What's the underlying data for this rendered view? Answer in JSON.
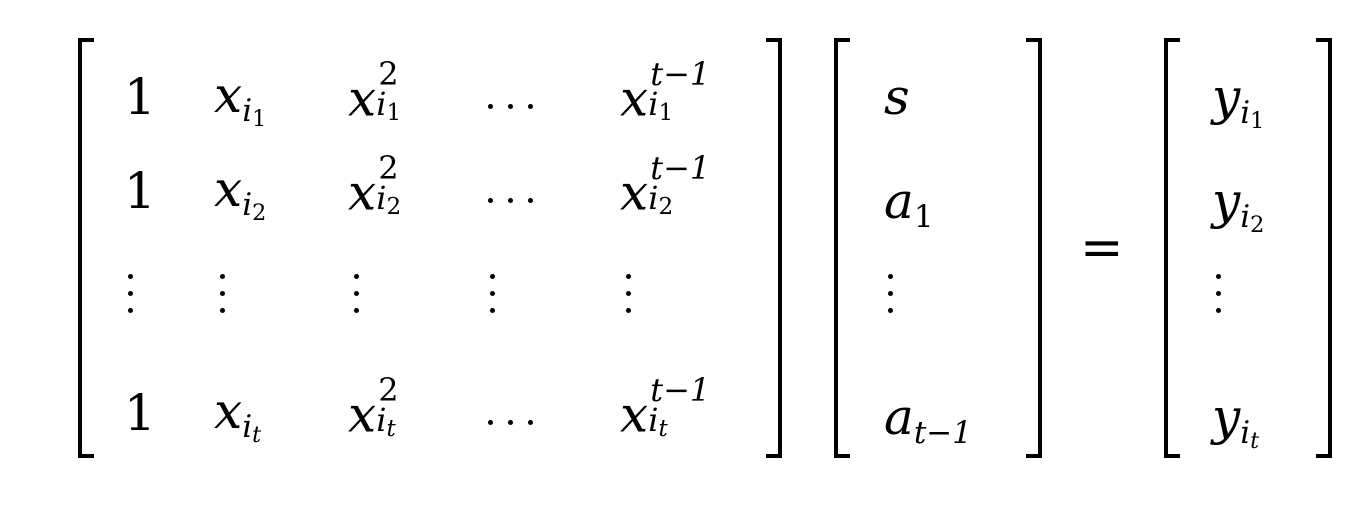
{
  "matrix": {
    "row1": {
      "one": "1",
      "x": "x",
      "i": "i",
      "n1": "1",
      "x2": "x",
      "p2": "2",
      "xt": "x",
      "pt": "t−1"
    },
    "row2": {
      "one": "1",
      "x": "x",
      "i": "i",
      "n2": "2",
      "x2": "x",
      "p2": "2",
      "xt": "x",
      "pt": "t−1"
    },
    "row4": {
      "one": "1",
      "x": "x",
      "i": "i",
      "nt": "t",
      "x2": "x",
      "p2": "2",
      "xt": "x",
      "pt": "t−1"
    }
  },
  "vector": {
    "s": "s",
    "a1": "a",
    "a1_sub": "1",
    "at": "a",
    "at_sub": "t−1"
  },
  "equals": "=",
  "rhs": {
    "y": "y",
    "i": "i",
    "n1": "1",
    "n2": "2",
    "nt": "t"
  }
}
